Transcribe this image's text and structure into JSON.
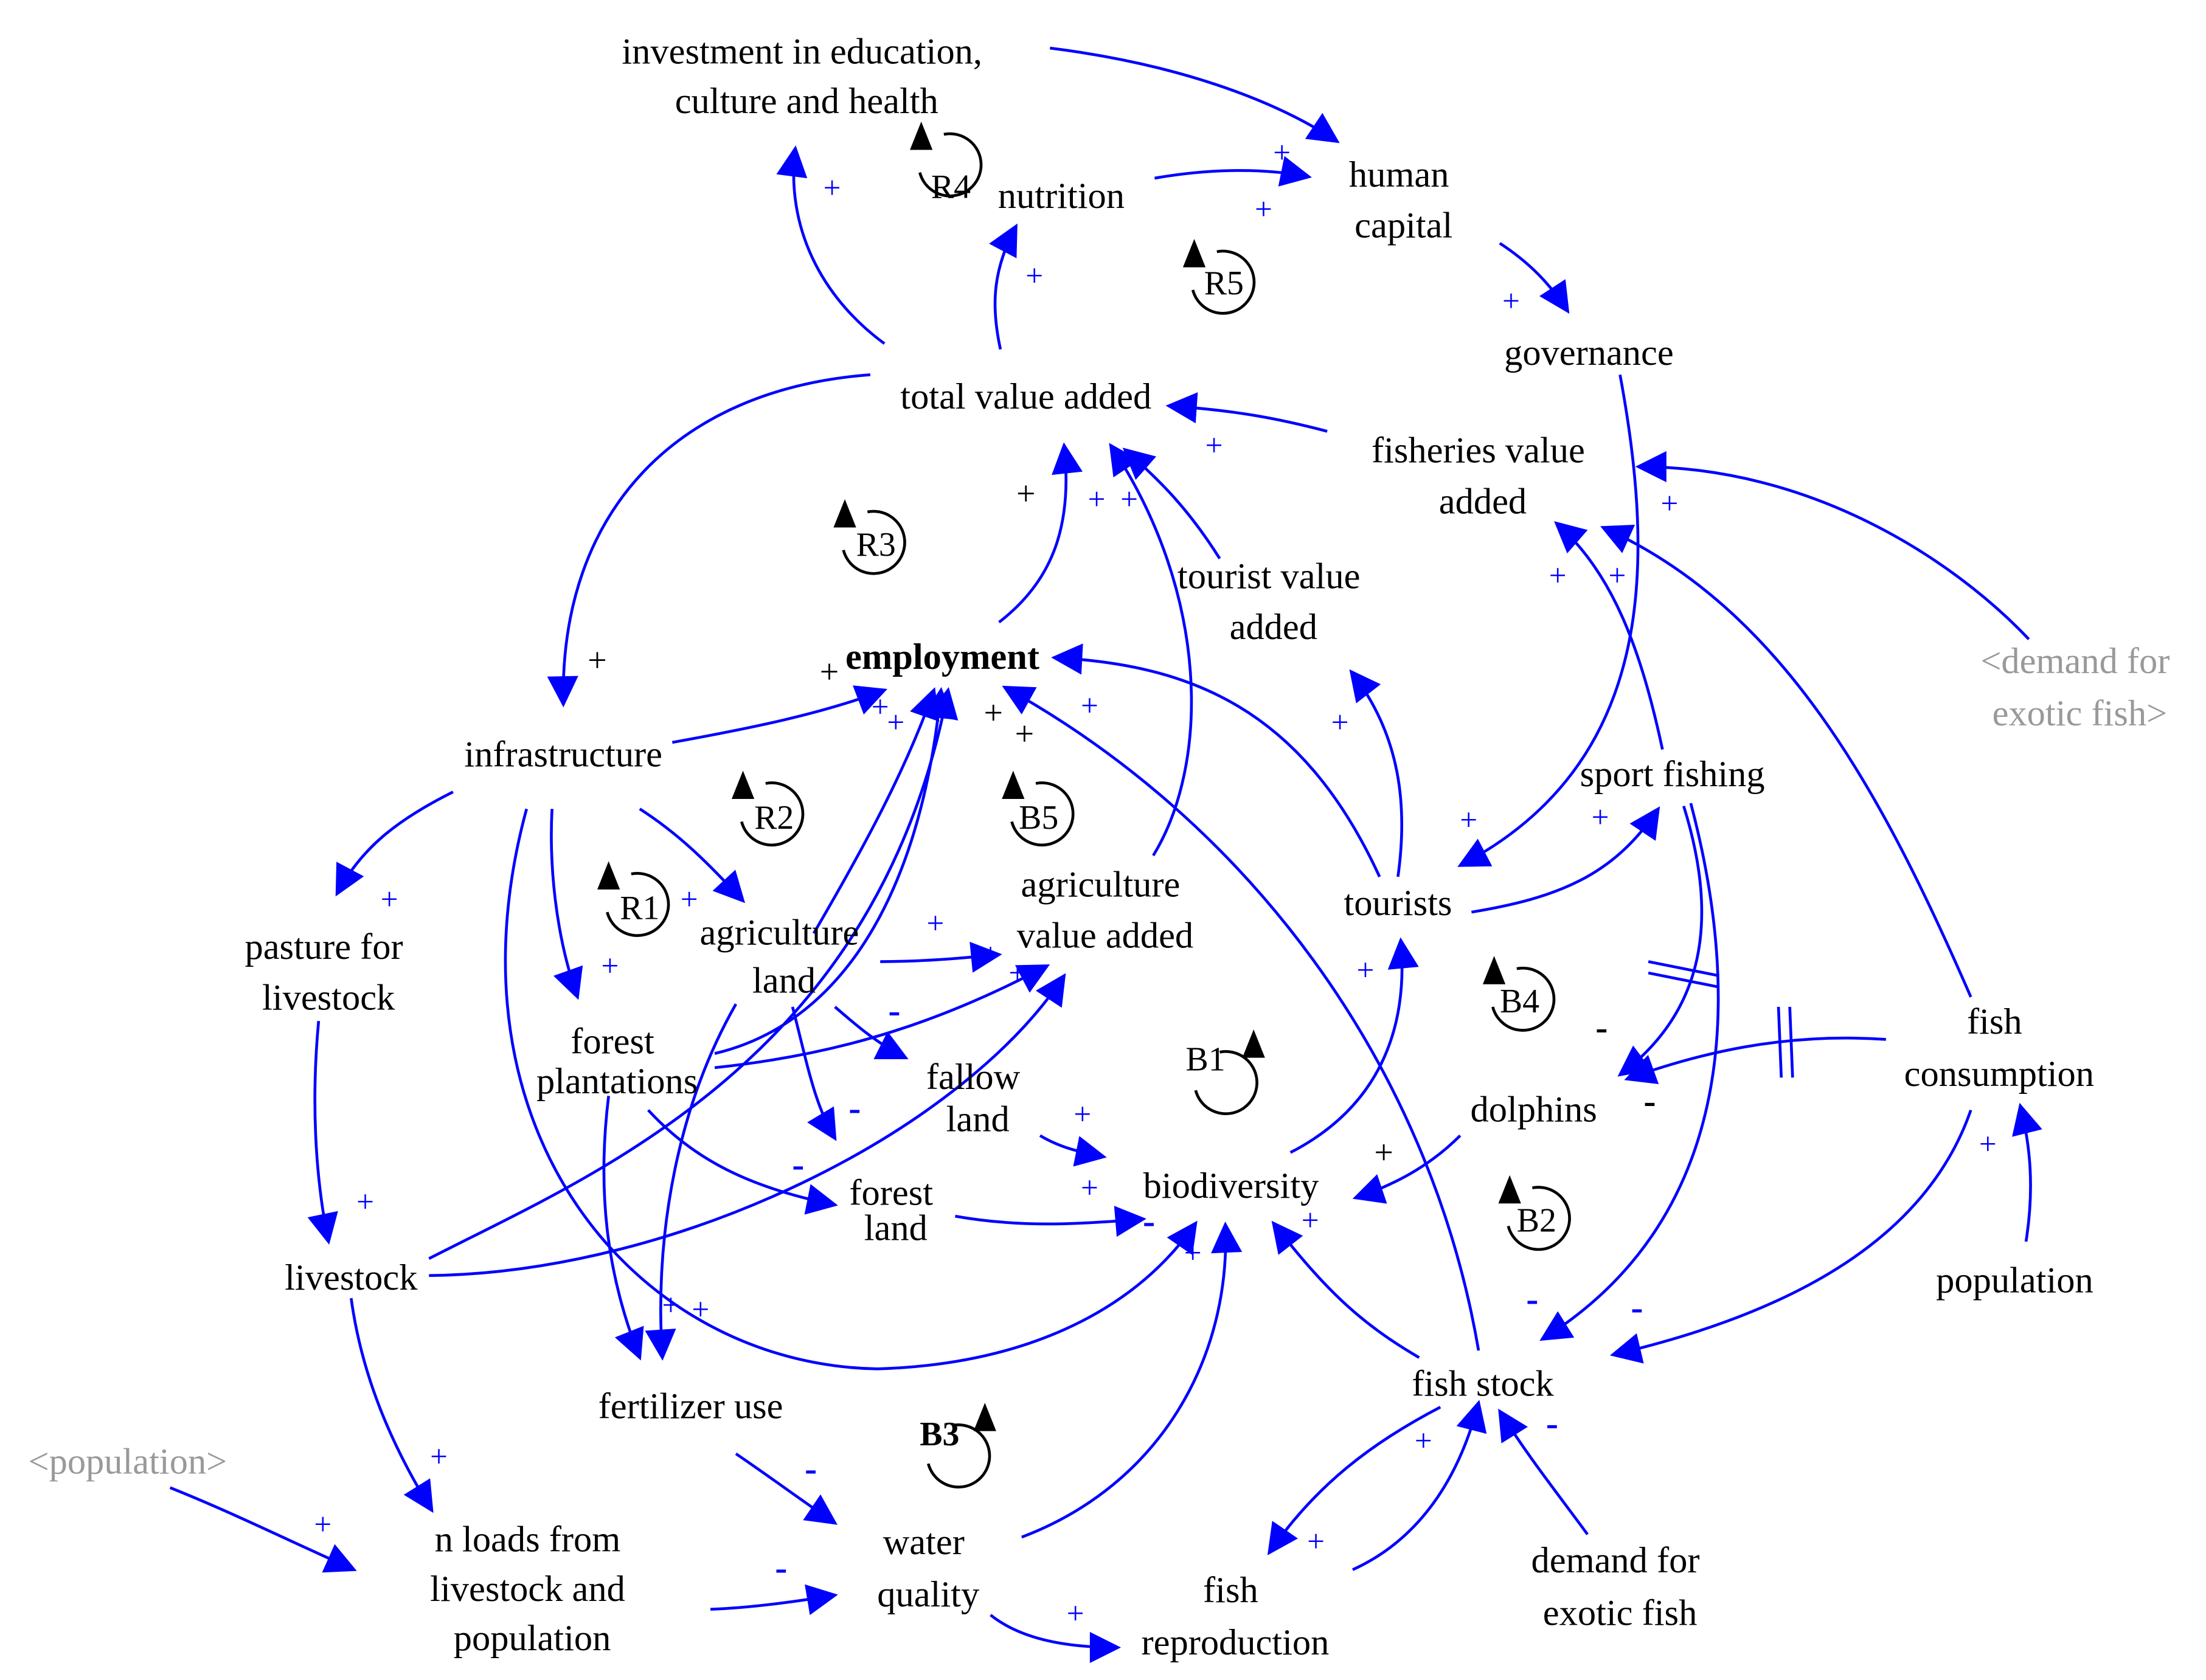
{
  "colors": {
    "arrow": "#0000ff",
    "text": "#000000",
    "ghost": "#999999",
    "loop": "#000000"
  },
  "variables": {
    "investment": [
      "investment in education,",
      "culture and health"
    ],
    "nutrition": [
      "nutrition"
    ],
    "human_capital": [
      "human",
      "capital"
    ],
    "governance": [
      "governance"
    ],
    "total_value_added": [
      "total value added"
    ],
    "fisheries_value_added": [
      "fisheries value",
      "added"
    ],
    "demand_for_exotic_fish_shadow": [
      "<demand for",
      "exotic fish>"
    ],
    "tourist_value_added": [
      "tourist value",
      "added"
    ],
    "employment": [
      "employment"
    ],
    "infrastructure": [
      "infrastructure"
    ],
    "sport_fishing": [
      "sport fishing"
    ],
    "pasture_for_livestock": [
      "pasture for",
      "livestock"
    ],
    "agriculture_land": [
      "agriculture",
      "land"
    ],
    "agriculture_value_added": [
      "agriculture",
      "value added"
    ],
    "tourists": [
      "tourists"
    ],
    "forest_plantations": [
      "forest",
      "plantations"
    ],
    "fallow_land": [
      "fallow",
      "land"
    ],
    "fish_consumption": [
      "fish",
      "consumption"
    ],
    "dolphins": [
      "dolphins"
    ],
    "forest_land": [
      "forest",
      "land"
    ],
    "biodiversity": [
      "biodiversity"
    ],
    "livestock": [
      "livestock"
    ],
    "population": [
      "population"
    ],
    "fish_stock": [
      "fish stock"
    ],
    "fertilizer_use": [
      "fertilizer use"
    ],
    "population_shadow": [
      "<population>"
    ],
    "n_loads": [
      "n loads from",
      "livestock and",
      "population"
    ],
    "water_quality": [
      "water",
      "quality"
    ],
    "fish_reproduction": [
      "fish",
      "reproduction"
    ],
    "demand_for_exotic_fish": [
      "demand for",
      "exotic fish"
    ]
  },
  "loops": {
    "r1": "R1",
    "r2": "R2",
    "r3": "R3",
    "r4": "R4",
    "r5": "R5",
    "b1": "B1",
    "b2": "B2",
    "b3": "B3",
    "b4": "B4",
    "b5": "B5"
  },
  "polarity": {
    "plus": "+",
    "minus": "-"
  }
}
